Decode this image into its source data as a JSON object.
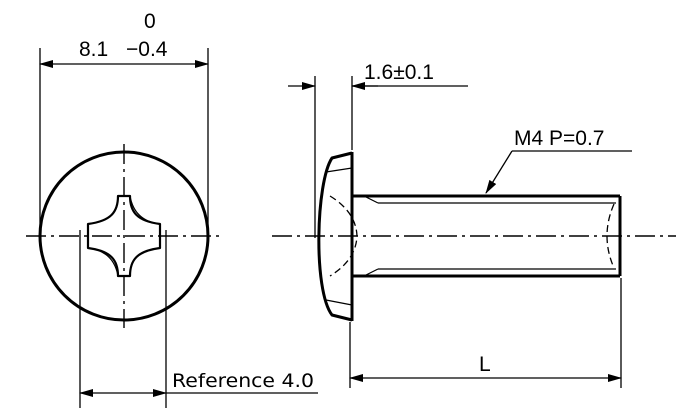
{
  "diagram": {
    "type": "technical-drawing",
    "subject": "pan-head-phillips-screw",
    "views": [
      "end-view",
      "side-view"
    ],
    "colors": {
      "line": "#000000",
      "background": "#ffffff"
    }
  },
  "dimensions": {
    "head_diameter": {
      "value": "8.1",
      "tol_upper": "0",
      "tol_lower": "−0.4"
    },
    "reference": "Reference 4.0",
    "head_height": {
      "value": "1.6",
      "tol": "±0.1",
      "text": "1.6±0.1"
    },
    "thread": "M4 P=0.7",
    "length": "L"
  }
}
